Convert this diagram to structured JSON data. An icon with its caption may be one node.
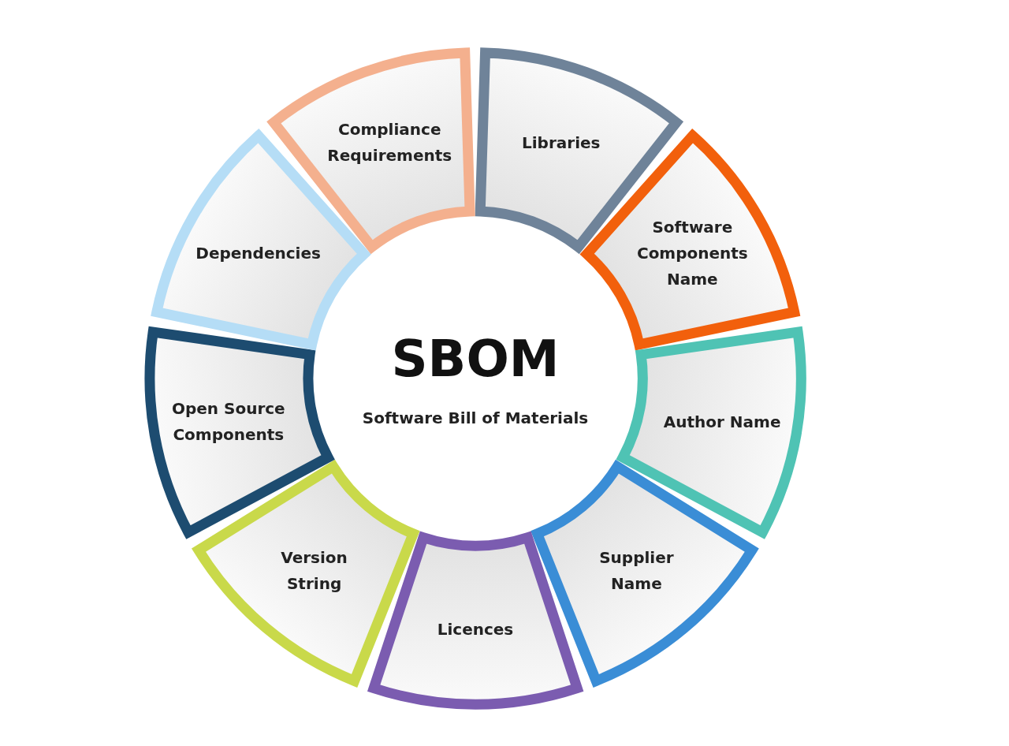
{
  "diagram": {
    "nodes": [
      {
        "text": [
          "SBOM",
          "Software Bill of Materials"
        ]
      },
      {
        "text": [
          "Libraries"
        ]
      },
      {
        "text": [
          "Software Components Name"
        ]
      },
      {
        "text": [
          "Author Name"
        ]
      },
      {
        "text": [
          "Supplier Name"
        ]
      },
      {
        "text": [
          "Licences"
        ]
      },
      {
        "text": [
          "Version String"
        ]
      },
      {
        "text": [
          "Open Source Components"
        ]
      },
      {
        "text": [
          "Dependencies"
        ]
      },
      {
        "text": [
          "Compliance Requirements"
        ]
      }
    ]
  }
}
